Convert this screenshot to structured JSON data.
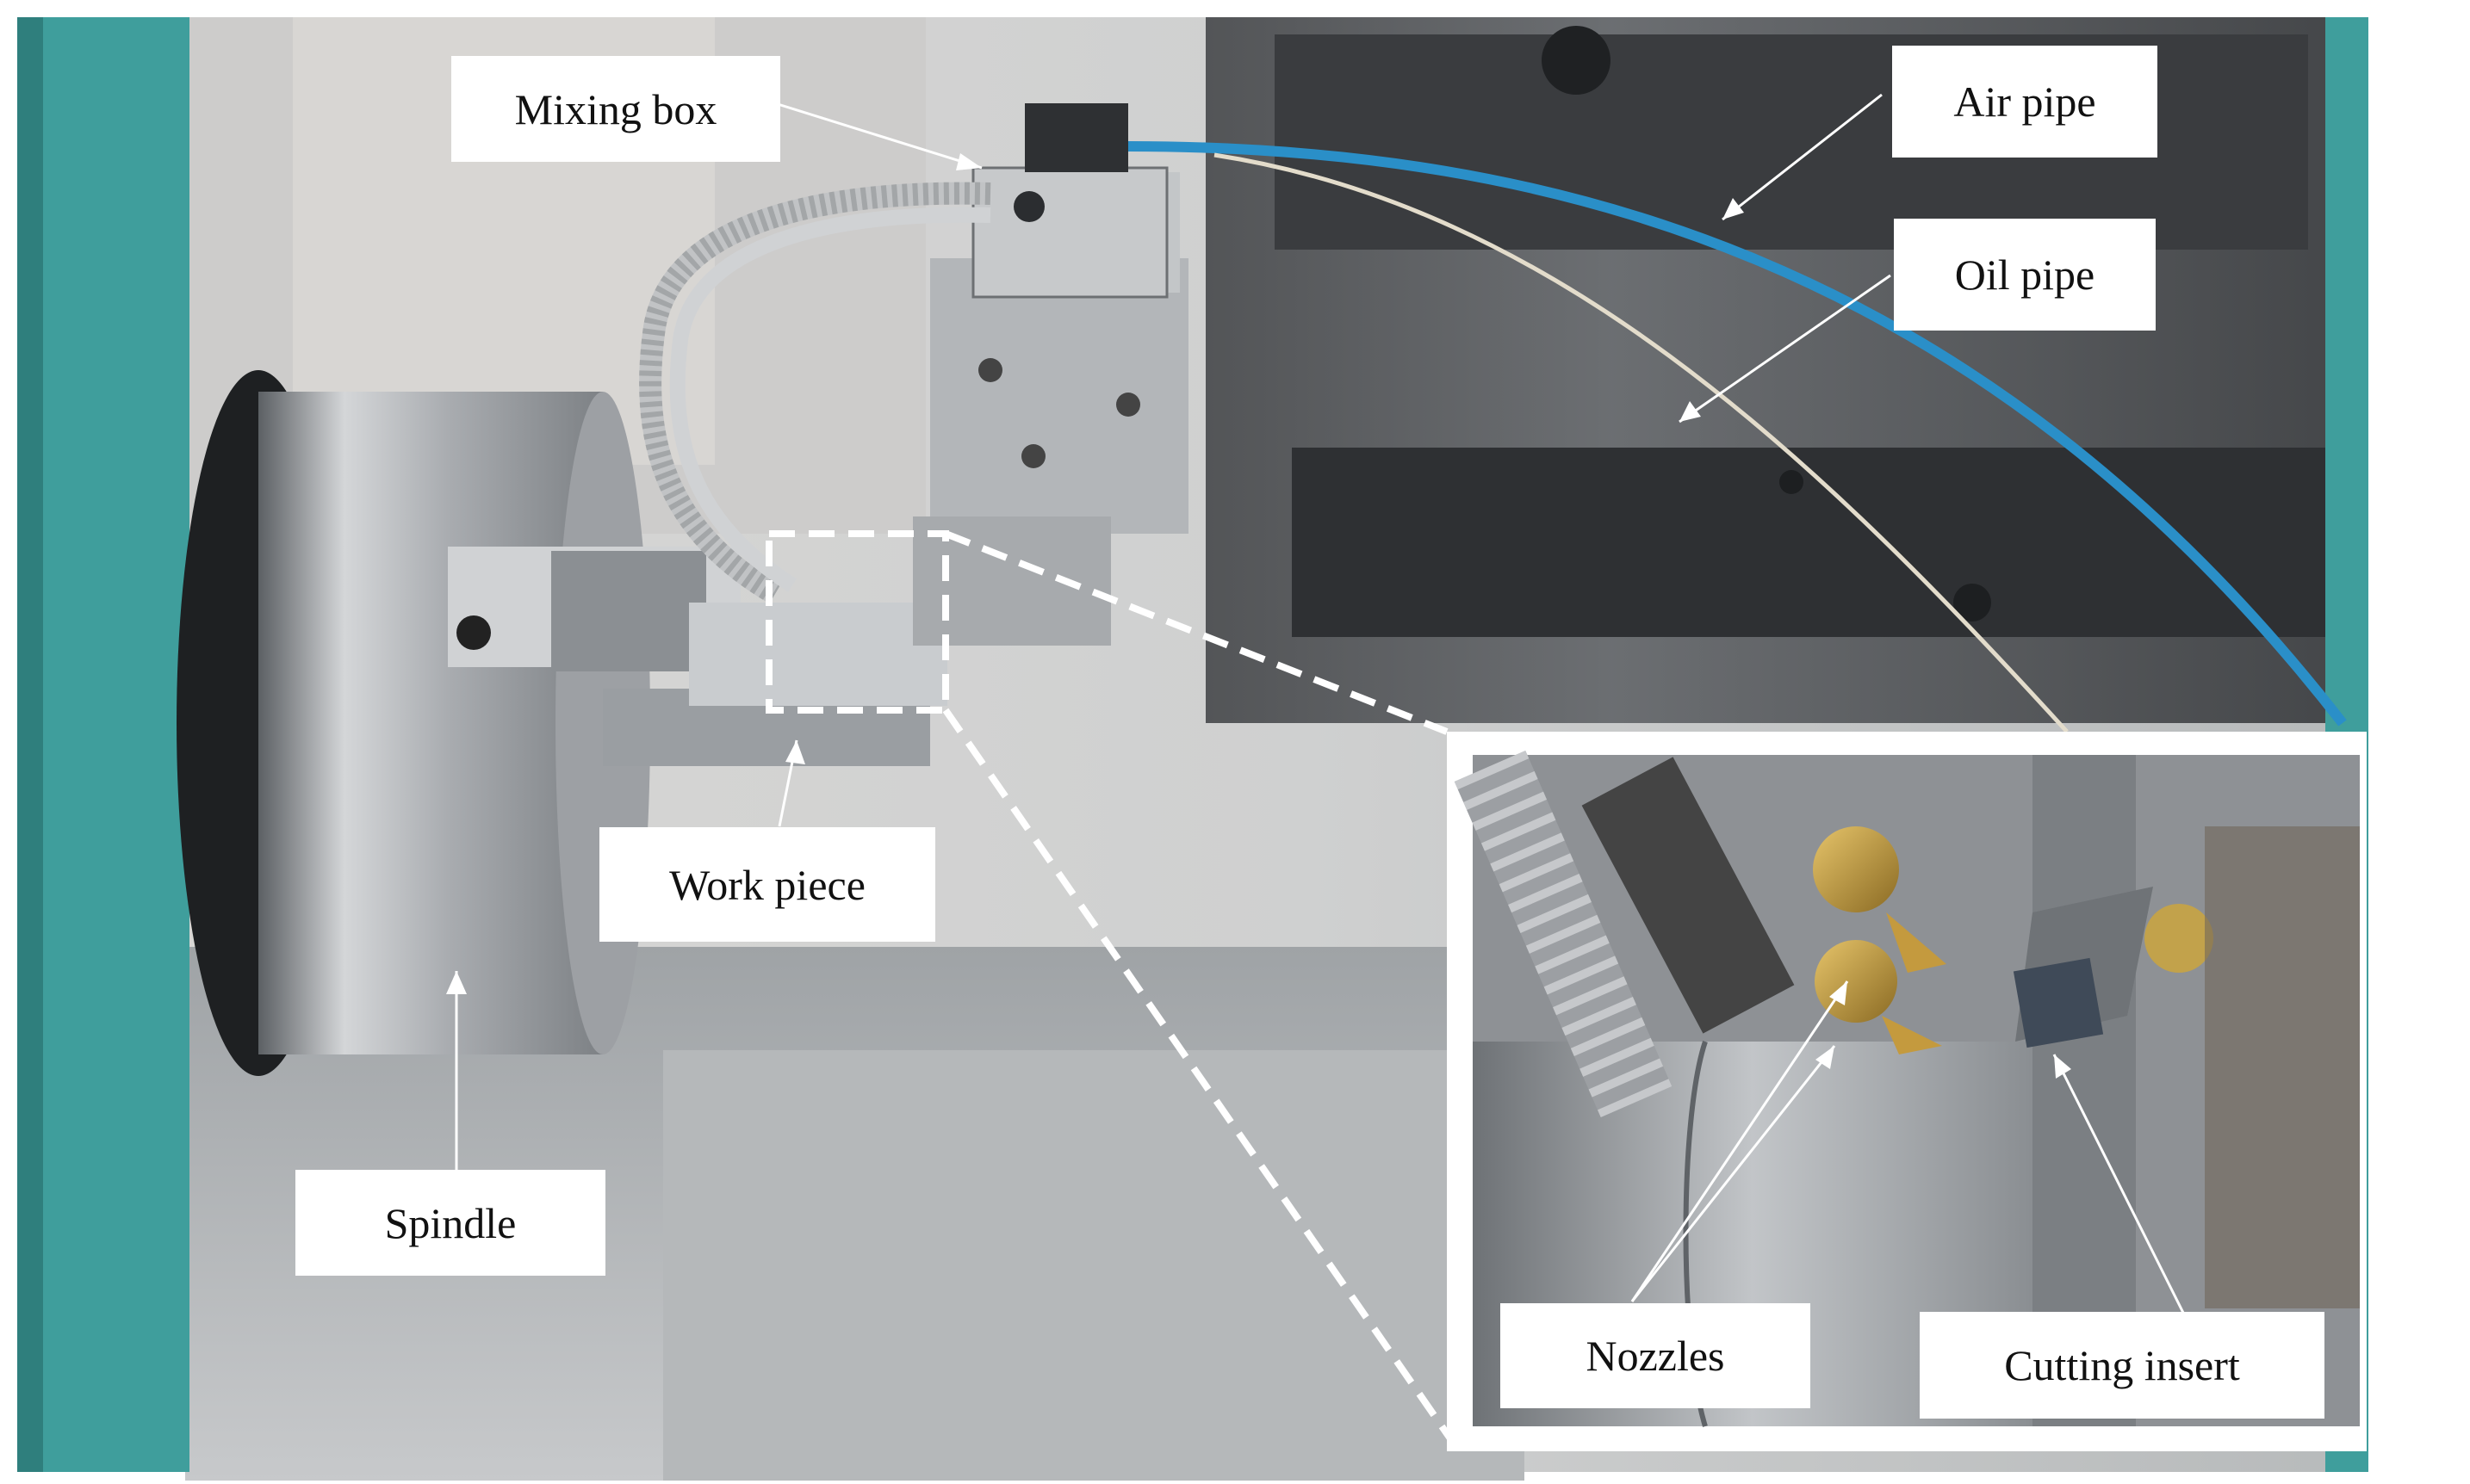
{
  "labels": {
    "mixing_box": "Mixing box",
    "air_pipe": "Air pipe",
    "oil_pipe": "Oil pipe",
    "work_piece": "Work piece",
    "spindle": "Spindle",
    "nozzles": "Nozzles",
    "cutting_insert": "Cutting insert"
  },
  "colors": {
    "machine_frame_teal": "#3f9e9c",
    "air_pipe_blue": "#2a8fc8",
    "steel": "#b9bcc0",
    "background": "#ffffff"
  }
}
